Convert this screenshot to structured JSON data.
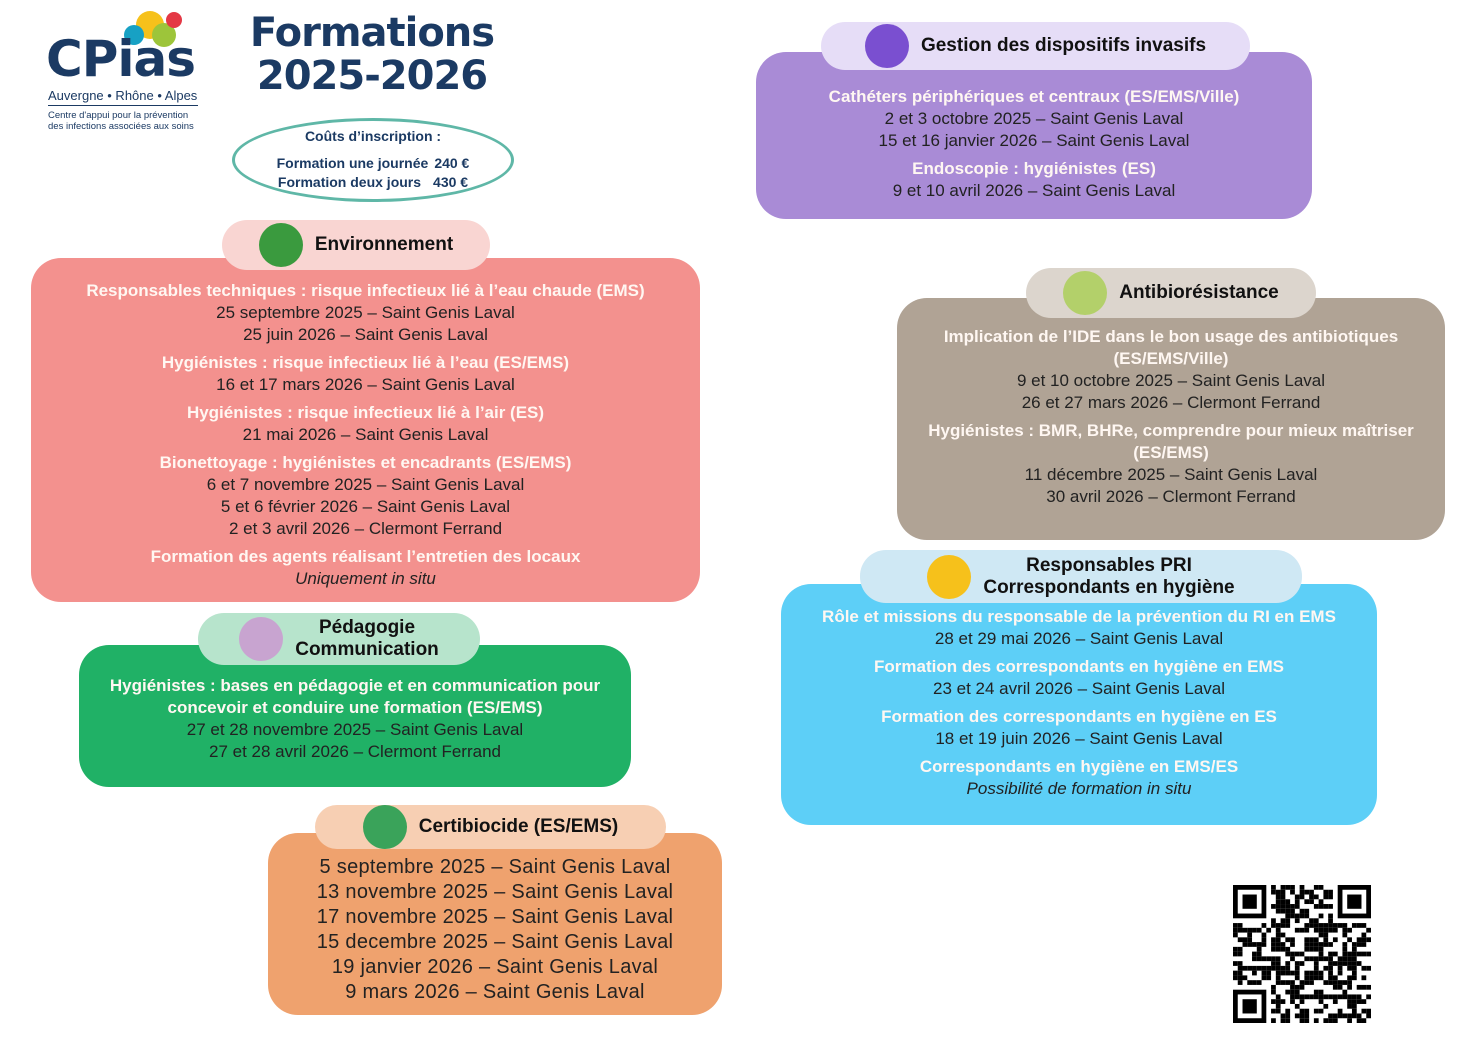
{
  "logo": {
    "name": "CPias",
    "region": "Auvergne • Rhône • Alpes",
    "tagline": "Centre d'appui pour la prévention des infections associées aux soins"
  },
  "title": {
    "line1": "Formations",
    "line2": "2025-2026"
  },
  "costs": {
    "heading": "Coûts d’inscription :",
    "rows": [
      {
        "label": "Formation une journée",
        "price": "240 €"
      },
      {
        "label": "Formation deux jours",
        "price": "430 €"
      }
    ]
  },
  "colors": {
    "navy": "#1b3a63",
    "environnement": "#f3918e",
    "gestion": "#a98bd6",
    "antibio": "#b0a395",
    "responsables": "#5dcff7",
    "pedagogie": "#20b166",
    "certibiocide": "#efa26e"
  },
  "sections": [
    {
      "key": "environnement",
      "icon": "globe-icon",
      "title": "Environnement",
      "items": [
        {
          "title": "Responsables techniques : risque infectieux lié à l’eau chaude (EMS)",
          "lines": [
            "25 septembre 2025 – Saint Genis Laval",
            "25 juin 2026 – Saint Genis Laval"
          ]
        },
        {
          "title": "Hygiénistes : risque infectieux lié à l’eau  (ES/EMS)",
          "lines": [
            "16 et 17 mars 2026 – Saint Genis Laval"
          ]
        },
        {
          "title": "Hygiénistes : risque infectieux lié à l’air  (ES)",
          "lines": [
            "21 mai 2026 – Saint Genis Laval"
          ]
        },
        {
          "title": "Bionettoyage : hygiénistes et encadrants (ES/EMS)",
          "lines": [
            "6 et 7 novembre 2025 – Saint Genis Laval",
            "5 et 6 février 2026 – Saint Genis Laval",
            "2 et 3 avril 2026 – Clermont Ferrand"
          ]
        },
        {
          "title": "Formation des agents réalisant l’entretien des locaux",
          "note": "Uniquement in situ"
        }
      ]
    },
    {
      "key": "gestion",
      "icon": "syringe-icon",
      "title": "Gestion des dispositifs invasifs",
      "items": [
        {
          "title": "Cathéters périphériques et centraux (ES/EMS/Ville)",
          "lines": [
            "2 et 3 octobre 2025 – Saint Genis Laval",
            "15 et 16 janvier 2026 – Saint Genis Laval"
          ]
        },
        {
          "title": "Endoscopie : hygiénistes  (ES)",
          "lines": [
            "9 et 10 avril 2026 – Saint Genis Laval"
          ]
        }
      ]
    },
    {
      "key": "antibio",
      "icon": "bacteria-pills-icon",
      "title": "Antibiorésistance",
      "items": [
        {
          "title": "Implication de l’IDE dans le bon usage des antibiotiques (ES/EMS/Ville)",
          "lines": [
            "9 et 10 octobre 2025 – Saint Genis Laval",
            "26 et 27 mars 2026 – Clermont Ferrand"
          ]
        },
        {
          "title": "Hygiénistes : BMR, BHRe, comprendre pour mieux maîtriser (ES/EMS)",
          "lines": [
            "11 décembre 2025 – Saint Genis Laval",
            "30 avril 2026 – Clermont Ferrand"
          ]
        }
      ]
    },
    {
      "key": "responsables",
      "icon": "team-check-icon",
      "title": "Responsables PRI",
      "title2": "Correspondants en hygiène",
      "items": [
        {
          "title": "Rôle et missions du responsable de la prévention du RI en EMS",
          "lines": [
            "28 et 29 mai 2026 – Saint Genis Laval"
          ]
        },
        {
          "title": "Formation des correspondants en hygiène en EMS",
          "lines": [
            "23 et 24 avril 2026 – Saint Genis Laval"
          ]
        },
        {
          "title": "Formation des correspondants en hygiène en ES",
          "lines": [
            "18 et 19 juin 2026 – Saint Genis Laval"
          ]
        },
        {
          "title": "Correspondants en hygiène en EMS/ES",
          "note": "Possibilité de formation in situ"
        }
      ]
    },
    {
      "key": "pedagogie",
      "icon": "teaching-icon",
      "title": "Pédagogie",
      "title2": "Communication",
      "items": [
        {
          "title": "Hygiénistes : bases en pédagogie et en communication pour concevoir et conduire une formation (ES/EMS)",
          "lines": [
            "27 et 28 novembre 2025 – Saint Genis Laval",
            "27 et 28 avril 2026 – Clermont Ferrand"
          ]
        }
      ]
    },
    {
      "key": "certibiocide",
      "icon": "certificate-icon",
      "title": "Certibiocide (ES/EMS)",
      "items": [
        {
          "lines": [
            "5 septembre 2025 – Saint Genis Laval",
            "13 novembre 2025 – Saint Genis Laval",
            "17 novembre 2025 – Saint Genis Laval",
            "15 decembre 2025 – Saint Genis Laval",
            "19 janvier 2026 – Saint Genis Laval",
            "9 mars 2026 – Saint Genis Laval"
          ]
        }
      ]
    }
  ]
}
